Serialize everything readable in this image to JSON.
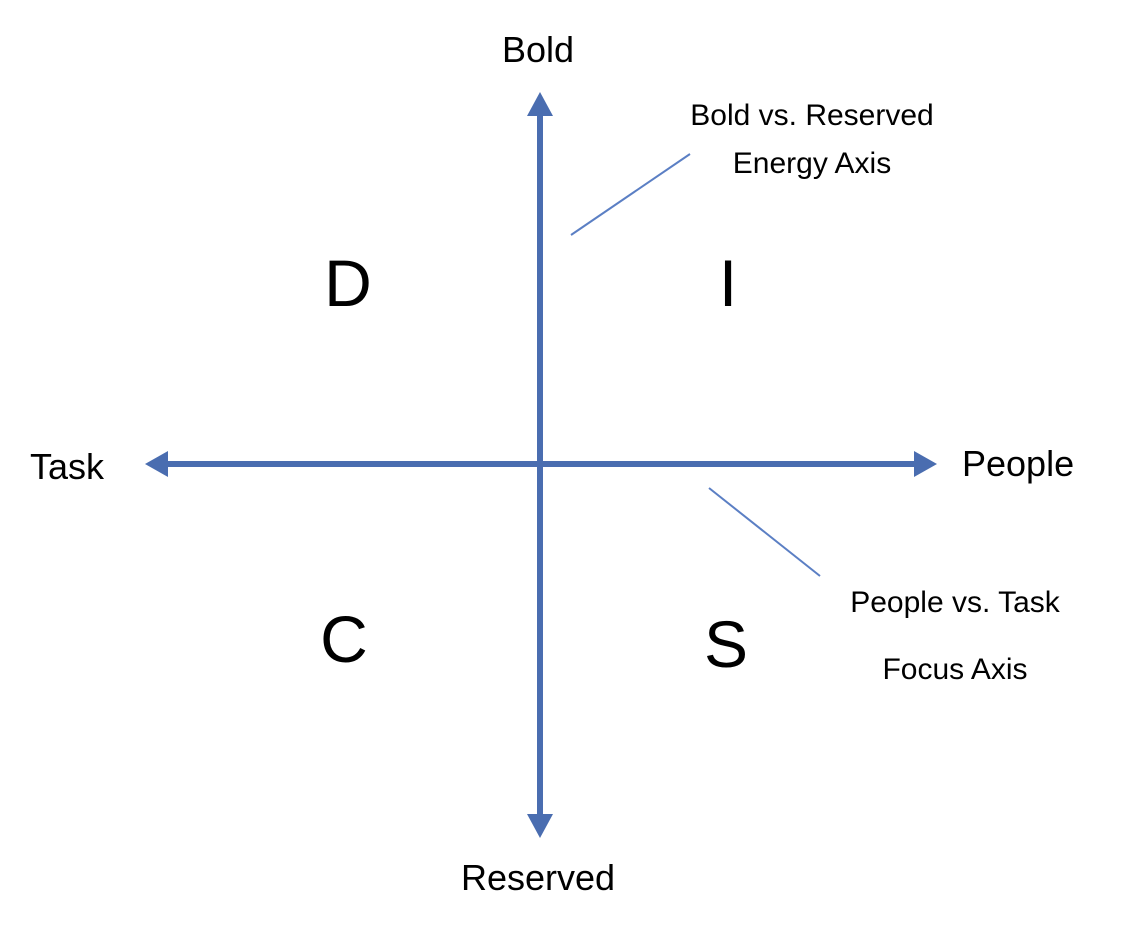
{
  "axes": {
    "top": "Bold",
    "bottom": "Reserved",
    "left": "Task",
    "right": "People"
  },
  "quadrants": {
    "top_left": "D",
    "top_right": "I",
    "bottom_left": "C",
    "bottom_right": "S"
  },
  "annotations": {
    "energy_line1": "Bold vs. Reserved",
    "energy_line2": "Energy Axis",
    "focus_line1": "People vs. Task",
    "focus_line2": "Focus Axis"
  },
  "colors": {
    "axis": "#4a6db0",
    "leader": "#5b7fc4",
    "text": "#000000"
  }
}
